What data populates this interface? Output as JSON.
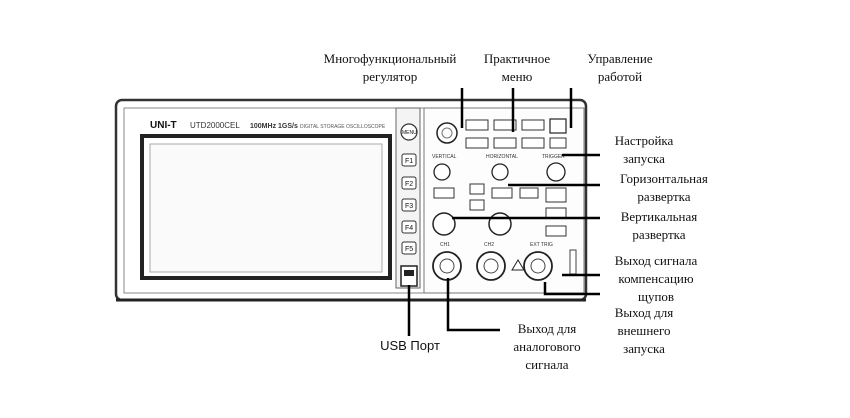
{
  "device": {
    "brand": "UNI-T",
    "model": "UTD2000CEL",
    "spec": "100MHz 1GS/s",
    "tagline": "DIGITAL STORAGE OSCILLOSCOPE",
    "side_buttons": [
      "F1",
      "F2",
      "F3",
      "F4",
      "F5"
    ],
    "menu_button": "MENU",
    "knob_labels": [
      "VERTICAL",
      "HORIZONTAL",
      "TRIGGER",
      "CH1",
      "CH2",
      "EXT TRIG"
    ]
  },
  "labels": {
    "multifunction_1": "Многофункциональный",
    "multifunction_2": "регулятор",
    "practical_1": "Практичное",
    "practical_2": "меню",
    "control_1": "Управление",
    "control_2": "работой",
    "trigger_setup_1": "Настройка",
    "trigger_setup_2": "запуска",
    "horizontal_1": "Горизонтальная",
    "horizontal_2": "развертка",
    "vertical_1": "Вертикальная",
    "vertical_2": "развертка",
    "probe_comp_1": "Выход сигнала",
    "probe_comp_2": "компенсацию",
    "probe_comp_3": "щупов",
    "usb": "USB Порт",
    "analog_out_1": "Выход для",
    "analog_out_2": "аналогового",
    "analog_out_3": "сигнала",
    "ext_trig_1": "Выход для",
    "ext_trig_2": "внешнего",
    "ext_trig_3": "запуска"
  }
}
